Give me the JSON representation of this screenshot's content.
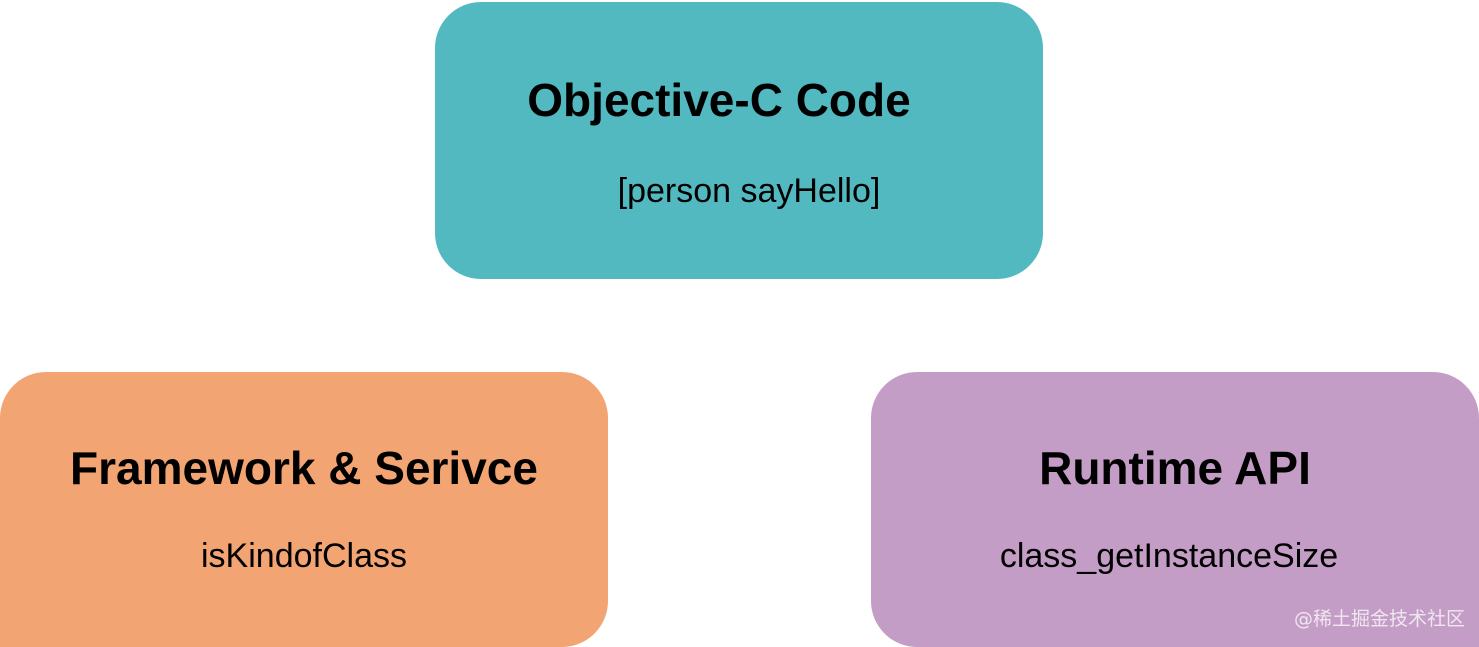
{
  "boxes": {
    "objc": {
      "title": "Objective-C Code",
      "subtitle": "[person sayHello]",
      "color": "#52b9c1"
    },
    "framework": {
      "title": "Framework & Serivce",
      "subtitle": "isKindofClass",
      "color": "#f3a473"
    },
    "runtime": {
      "title": "Runtime API",
      "subtitle": "class_getInstanceSize",
      "color": "#c49dc6"
    }
  },
  "watermark": "@稀土掘金技术社区"
}
